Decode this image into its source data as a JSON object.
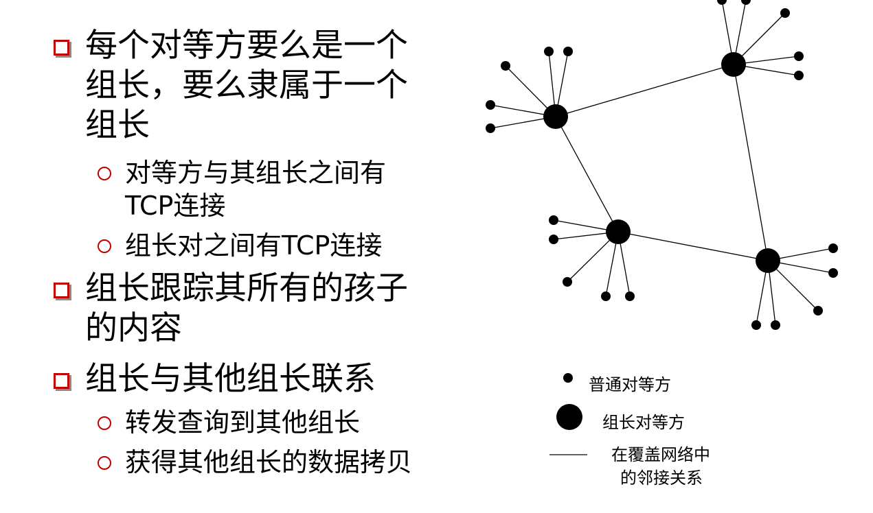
{
  "bullets": [
    {
      "text": "每个对等方要么是一个组长，要么隶属于一个组长",
      "lines": [
        "每个对等方要么是一个",
        "组长，要么隶属于一个",
        "组长"
      ],
      "sub": [
        {
          "lines": [
            "对等方与其组长之间有",
            "TCP连接"
          ]
        },
        {
          "lines": [
            "组长对之间有TCP连接"
          ]
        }
      ]
    },
    {
      "lines": [
        "组长跟踪其所有的孩子",
        "的内容"
      ],
      "sub": []
    },
    {
      "lines": [
        "组长与其他组长联系"
      ],
      "sub": [
        {
          "lines": [
            "转发查询到其他组长"
          ]
        },
        {
          "lines": [
            "获得其他组长的数据拷贝"
          ]
        }
      ]
    }
  ],
  "legend": {
    "ordinary_peer": "普通对等方",
    "group_leader_peer": "组长对等方",
    "overlay_neighbor_line1": "在覆盖网络中",
    "overlay_neighbor_line2": "的邻接关系"
  },
  "colors": {
    "bullet": "#c00000",
    "node": "#000000"
  }
}
